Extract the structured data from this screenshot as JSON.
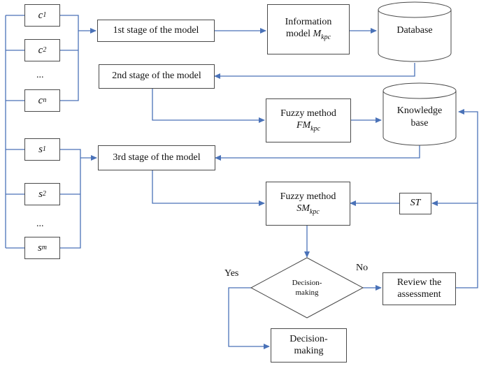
{
  "inputs_c": [
    {
      "sym": "c",
      "sub": "1"
    },
    {
      "sym": "c",
      "sub": "2"
    },
    {
      "ellipsis": "..."
    },
    {
      "sym": "c",
      "sub": "n"
    }
  ],
  "inputs_s": [
    {
      "sym": "s",
      "sub": "1"
    },
    {
      "sym": "s",
      "sub": "2"
    },
    {
      "ellipsis": "..."
    },
    {
      "sym": "s",
      "sub": "m"
    }
  ],
  "stages": {
    "first": "1st stage of the model",
    "second": "2nd stage of the model",
    "third": "3rd stage of the model"
  },
  "info_model": {
    "line1": "Information",
    "line2": "model",
    "sym": "M",
    "sub": "kpc"
  },
  "database": "Database",
  "knowledge_base": {
    "line1": "Knowledge",
    "line2": "base"
  },
  "fuzzy_fm": {
    "line1": "Fuzzy method",
    "sym": "FM",
    "sub": "kpc"
  },
  "fuzzy_sm": {
    "line1": "Fuzzy method",
    "sym": "SM",
    "sub": "kpc"
  },
  "st": "ST",
  "decision_diamond": {
    "line1": "Decision-",
    "line2": "making"
  },
  "decision_box": {
    "line1": "Decision-",
    "line2": "making"
  },
  "review": {
    "line1": "Review the",
    "line2": "assessment"
  },
  "branch_yes": "Yes",
  "branch_no": "No",
  "colors": {
    "arrow": "#4a72b8",
    "border": "#4a4a4a"
  }
}
